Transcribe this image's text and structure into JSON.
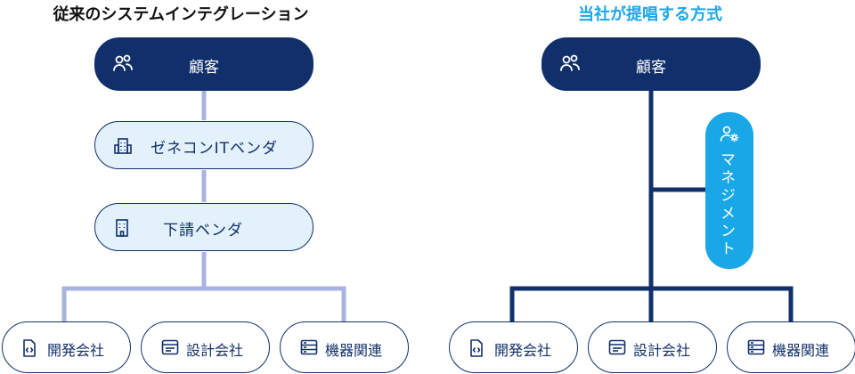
{
  "traditional": {
    "title": "従来のシステムインテグレーション",
    "customer": "顧客",
    "general_contractor": "ゼネコンITベンダ",
    "subcontractor": "下請ベンダ",
    "vendors": [
      "開発会社",
      "設計会社",
      "機器関連"
    ]
  },
  "proposed": {
    "title": "当社が提唱する方式",
    "customer": "顧客",
    "management": "マネジメント",
    "vendors": [
      "開発会社",
      "設計会社",
      "機器関連"
    ]
  },
  "colors": {
    "navy": "#11306b",
    "light_fill": "#e3f1fb",
    "accent_blue": "#1aa7e8",
    "lavender_line": "#aab2e0",
    "white": "#ffffff"
  },
  "icons": {
    "customer": "users-icon",
    "general_contractor": "building-icon",
    "subcontractor": "office-building-icon",
    "management": "user-gear-icon",
    "vendors": [
      "code-file-icon",
      "browser-window-icon",
      "server-rack-icon"
    ]
  }
}
